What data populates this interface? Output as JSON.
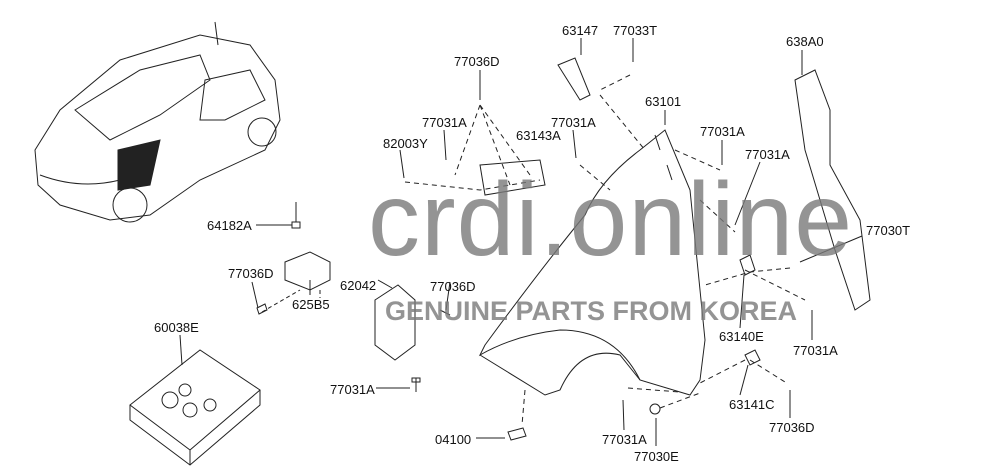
{
  "watermark": {
    "brand": "crdi.online",
    "tagline": "GENUINE PARTS FROM KOREA"
  },
  "part_labels": [
    "63147",
    "77033T",
    "638A0",
    "77036D",
    "63101",
    "77031A",
    "77031A",
    "63143A",
    "77031A",
    "82003Y",
    "77031A",
    "64182A",
    "77030T",
    "62042",
    "77036D",
    "77036D",
    "625B5",
    "63140E",
    "60038E",
    "77031A",
    "77031A",
    "63141C",
    "04100",
    "77031A",
    "77036D",
    "77030E"
  ]
}
